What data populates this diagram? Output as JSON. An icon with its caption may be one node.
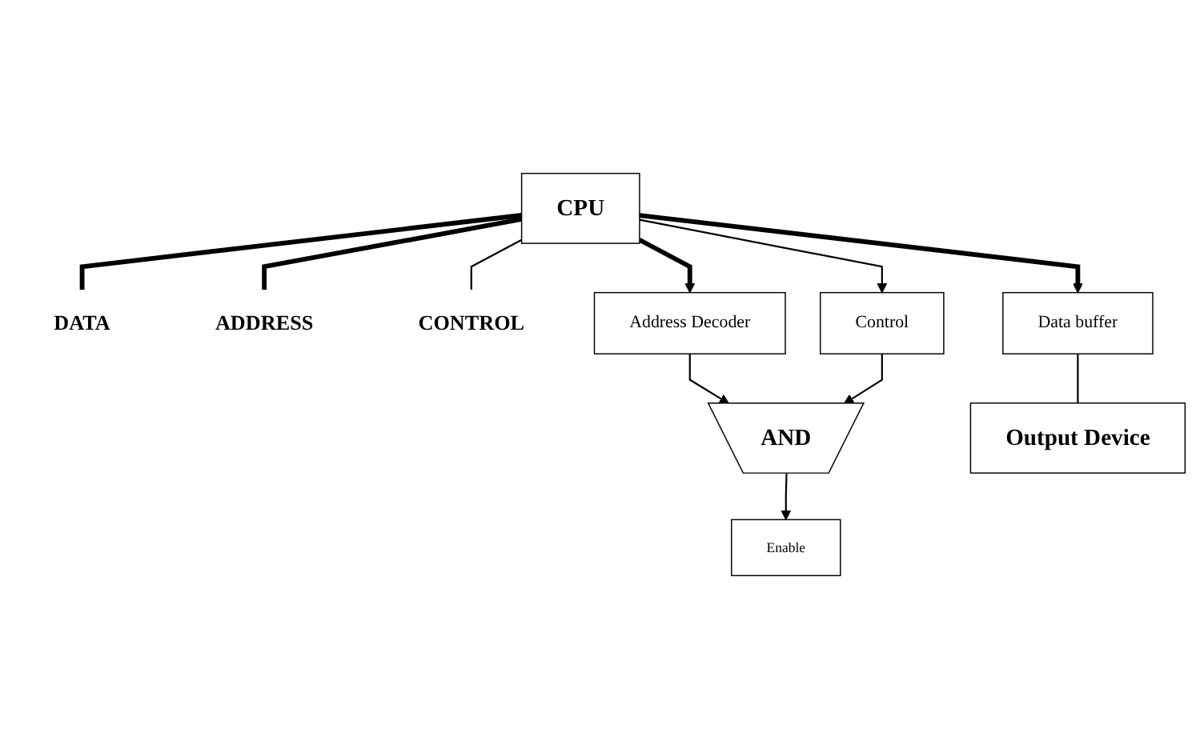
{
  "diagram": {
    "nodes": [
      {
        "text": [
          "CPU"
        ]
      },
      {
        "text": [
          "DATA"
        ]
      },
      {
        "text": [
          "ADDRESS"
        ]
      },
      {
        "text": [
          "CONTROL"
        ]
      },
      {
        "text": [
          "Address Decoder"
        ]
      },
      {
        "text": [
          "Control"
        ]
      },
      {
        "text": [
          "AND"
        ]
      },
      {
        "text": [
          "Enable"
        ]
      },
      {
        "text": [
          "Data buffer"
        ]
      },
      {
        "text": [
          "Output Device"
        ]
      }
    ],
    "edges": [
      {
        "from": 0,
        "to": 1,
        "arrow": "none",
        "style": "thick"
      },
      {
        "from": 0,
        "to": 2,
        "arrow": "none",
        "style": "thick"
      },
      {
        "from": 0,
        "to": 3,
        "arrow": "none"
      },
      {
        "from": 0,
        "to": 4,
        "arrow": "to",
        "style": "thick"
      },
      {
        "from": 0,
        "to": 5,
        "arrow": "to"
      },
      {
        "from": 0,
        "to": 8,
        "arrow": "to",
        "style": "thick"
      },
      {
        "from": 4,
        "to": 6,
        "arrow": "to"
      },
      {
        "from": 5,
        "to": 6,
        "arrow": "to"
      },
      {
        "from": 6,
        "to": 7,
        "arrow": "to"
      },
      {
        "from": 8,
        "to": 9,
        "arrow": "none"
      }
    ]
  }
}
